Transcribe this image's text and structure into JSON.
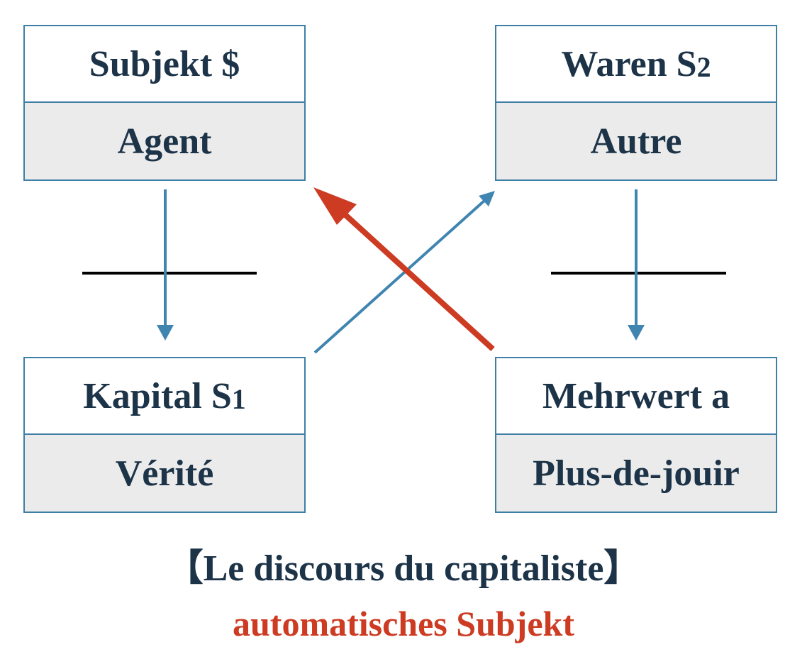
{
  "boxes": {
    "top_left": {
      "top_main": "Subjekt",
      "top_symbol": "$",
      "bottom": "Agent"
    },
    "top_right": {
      "top_main": "Waren S",
      "top_symbol": "2",
      "bottom": "Autre"
    },
    "bottom_left": {
      "top_main": "Kapital S",
      "top_symbol": "1",
      "bottom": "Vérité"
    },
    "bottom_right": {
      "top_main": "Mehrwert a",
      "top_symbol": "",
      "bottom": "Plus-de-jouir"
    }
  },
  "caption": {
    "title": "【Le discours du capitaliste】",
    "subtitle": "automatisches Subjekt"
  },
  "colors": {
    "box_border": "#3f7fa6",
    "text": "#1c3348",
    "blue_arrow": "#3f85b0",
    "red_arrow": "#cc3b22",
    "bar": "#000000",
    "box_bottom_fill": "#ebebeb"
  }
}
